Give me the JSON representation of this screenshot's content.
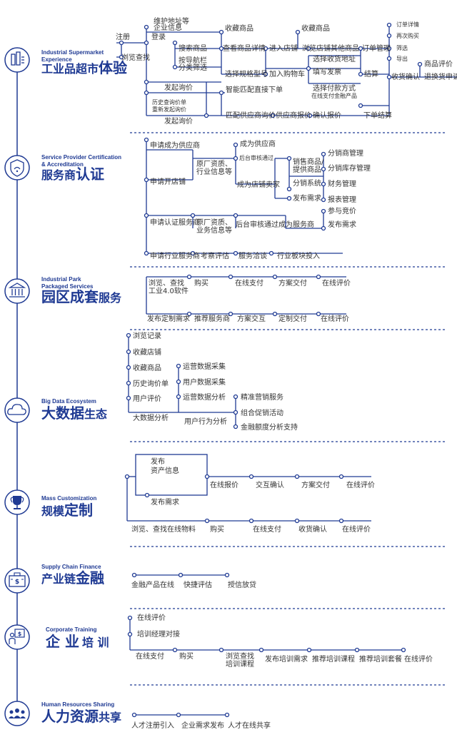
{
  "colors": {
    "primary": "#1f3a93",
    "line": "#1f3a93",
    "text": "#333333",
    "dash": "#1f3a93"
  },
  "sections": [
    {
      "id": "s1",
      "en": "Industrial Supermarket Experience",
      "en1": "Industrial Supermarket",
      "en2": "Experience",
      "cn_small1": "工业品超市",
      "cn_big": "体验",
      "icon": "building-icon"
    },
    {
      "id": "s2",
      "en1": "Service Provider Certification",
      "en2": "& Accreditation",
      "cn_small1": "服务商",
      "cn_big": "认证",
      "icon": "shield-icon"
    },
    {
      "id": "s3",
      "en1": "Industrial Park",
      "en2": "Packaged Services",
      "cn_big": "园区成套",
      "cn_small2": "服务",
      "icon": "columns-icon"
    },
    {
      "id": "s4",
      "en1": "Big Data Ecosystem",
      "cn_big": "大数据",
      "cn_small2": "生态",
      "icon": "cloud-icon"
    },
    {
      "id": "s5",
      "en1": "Mass Customization",
      "cn_small1": "规模",
      "cn_big": "定制",
      "icon": "trophy-icon"
    },
    {
      "id": "s6",
      "en1": "Supply Chain Finance",
      "cn_small1": "产业链",
      "cn_big": "金融",
      "icon": "money-icon"
    },
    {
      "id": "s7",
      "en1": "Corporate Training",
      "cn_big": "企 业",
      "cn_small2": "培 训",
      "icon": "presenter-icon"
    },
    {
      "id": "s8",
      "en1": "Human Resources Sharing",
      "cn_big": "人力资源",
      "cn_small2": "共享",
      "icon": "people-icon"
    }
  ],
  "s1": {
    "register": "注册",
    "browse": "浏览查找",
    "maintain": "维护地址等",
    "company": "企业信息",
    "login": "登录",
    "search": "搜索商品",
    "nav1": "按导航栏",
    "nav2": "分类筛选",
    "fav_goods": "收藏商品",
    "detail": "查看商品详情",
    "enter_shop": "进入店铺",
    "fav_goods2": "收藏商品",
    "browse_other": "浏览店铺其他商品",
    "spec": "选择规格型号",
    "add_cart": "加入购物车",
    "choose_addr": "选择收货地址",
    "invoice": "填写发票",
    "pay_method": "选择付款方式",
    "pay_sub1": "在线支付",
    "pay_sub2": "金融产品",
    "settle": "结算",
    "order_mgmt": "订单管理",
    "order_detail": "订单详情",
    "rebuy": "再次购买",
    "filter": "筛选",
    "export": "导出",
    "confirm_recv": "收货确认",
    "goods_review": "商品评价",
    "refund": "退换货申请",
    "inquiry": "发起询价",
    "smart_order": "智能匹配直接下单",
    "hist1": "历史查询价单",
    "hist2": "重新发起询价",
    "inquiry2": "发起询价",
    "match_supplier": "匹配供应商询价",
    "supplier_quote": "供应商报价",
    "confirm_quote": "确认报价",
    "place_order": "下单结算"
  },
  "s2": {
    "apply_supplier": "申请成为供应商",
    "become_supplier": "成为供应商",
    "factory1": "原厂资质、",
    "factory2": "行业信息等",
    "backend_review": "后台审核通过",
    "open_shop": "申请开店铺",
    "become_seller": "成为店铺卖家",
    "sell1": "销售商品/",
    "sell2": "提供商品",
    "distribution": "分销系统",
    "post_demand": "发布需求",
    "dist_mgr": "分销商管理",
    "dist_stock": "分销库存管理",
    "finance": "财务管理",
    "report": "报表管理",
    "apply_service": "申请认证服务商",
    "factory3": "原厂资质、",
    "factory4": "业务信息等",
    "backend_review2": "后台审核通过",
    "become_service": "成为服务商",
    "bid": "参与竞价",
    "post_demand2": "发布需求",
    "apply_industry": "申请行业服务商",
    "evaluate": "考察评估",
    "negotiate": "服务洽谈",
    "sector_join": "行业板块投入"
  },
  "s3": {
    "browse1": "浏览、查找",
    "browse2": "工业4.0软件",
    "buy": "购买",
    "pay": "在线支付",
    "deliver": "方案交付",
    "review": "在线评价",
    "custom_demand": "发布定制需求",
    "recommend": "推荐服务商",
    "interact": "方案交互",
    "custom_deliver": "定制交付",
    "review2": "在线评价"
  },
  "s4": {
    "browse_rec": "浏览记录",
    "fav_shop": "收藏店铺",
    "fav_goods": "收藏商品",
    "hist_inquiry": "历史询价单",
    "user_review": "用户评价",
    "bigdata": "大数据分析",
    "op_collect": "运营数据采集",
    "user_collect": "用户数据采集",
    "op_analysis": "运营数据分析",
    "behavior": "用户行为分析",
    "precision": "精准营销服务",
    "promo": "组合促销活动",
    "credit": "金融额度分析支持"
  },
  "s5": {
    "publish1": "发布",
    "publish2": "资产信息",
    "post_demand": "发布需求",
    "quote": "在线报价",
    "confirm": "交互确认",
    "deliver": "方案交付",
    "review": "在线评价",
    "browse_mat": "浏览、查找在线物料",
    "buy": "购买",
    "pay": "在线支付",
    "confirm_recv": "收货确认",
    "review2": "在线评价"
  },
  "s6": {
    "products": "金融产品在线",
    "assess": "快捷评估",
    "loan": "授信放贷"
  },
  "s7": {
    "review": "在线评价",
    "dock": "培训经理对接",
    "pay": "在线支付",
    "buy": "购买",
    "browse1": "浏览查找",
    "browse2": "培训课程",
    "post_demand": "发布培训需求",
    "recommend": "推荐培训课程",
    "package": "推荐培训套餐",
    "review2": "在线评价"
  },
  "s8": {
    "register": "人才注册引入",
    "post": "企业需求发布",
    "share": "人才在线共享"
  }
}
